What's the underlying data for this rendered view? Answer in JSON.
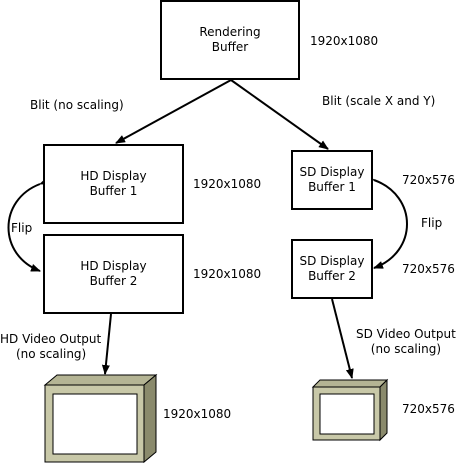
{
  "boxes": {
    "rendering_buffer": [
      "Rendering",
      "Buffer"
    ],
    "hd_buffer_1": [
      "HD Display",
      "Buffer 1"
    ],
    "hd_buffer_2": [
      "HD Display",
      "Buffer 2"
    ],
    "sd_buffer_1": [
      "SD Display",
      "Buffer 1"
    ],
    "sd_buffer_2": [
      "SD Display",
      "Buffer 2"
    ]
  },
  "resolutions": {
    "rendering": "1920x1080",
    "hd_1": "1920x1080",
    "hd_2": "1920x1080",
    "hd_screen": "1920x1080",
    "sd_1": "720x576",
    "sd_2": "720x576",
    "sd_screen": "720x576"
  },
  "edges": {
    "blit_hd": "Blit (no scaling)",
    "blit_sd": "Blit (scale X and Y)",
    "flip_hd": "Flip",
    "flip_sd": "Flip"
  },
  "outputs": {
    "hd": [
      "HD Video Output",
      "(no scaling)"
    ],
    "sd": [
      "SD Video Output",
      "(no scaling)"
    ]
  },
  "colors": {
    "monitor_front": "#c8c8a8",
    "monitor_top": "#b4b494",
    "monitor_side": "#8a8a6c",
    "monitor_screen": "#ffffff"
  }
}
